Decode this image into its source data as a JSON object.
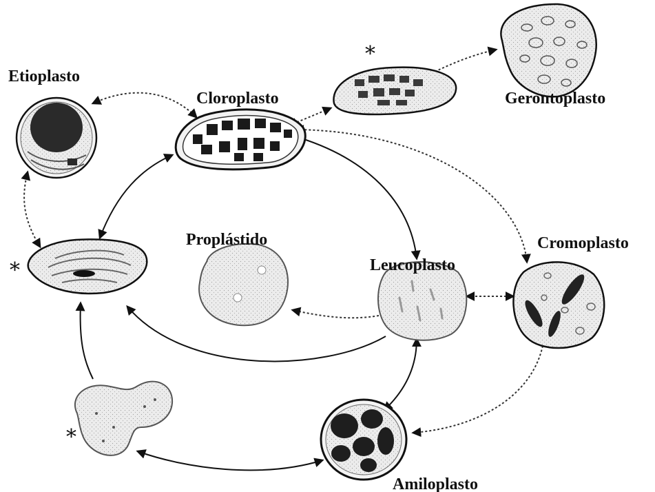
{
  "labels": {
    "etioplasto": "Etioplasto",
    "cloroplasto": "Cloroplasto",
    "gerontoplasto": "Gerontoplasto",
    "proplastido": "Proplástido",
    "leucoplasto": "Leucoplasto",
    "cromoplasto": "Cromoplasto",
    "amiloplasto": "Amiloplasto"
  },
  "markers": {
    "asterisk_intermediate": "*",
    "asterisk_proplastid_left": "*",
    "asterisk_amoeboid": "*"
  },
  "colors": {
    "ink": "#111111",
    "cell_fill": "#ececec",
    "dark_body": "#2a2a2a"
  }
}
